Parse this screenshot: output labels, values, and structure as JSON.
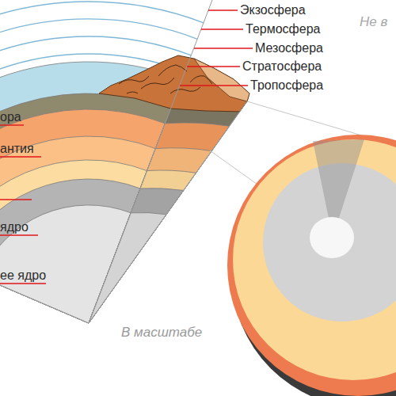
{
  "diagram": {
    "labels": [
      "Экзосфера",
      "Термосфера",
      "Мезосфера",
      "Стратосфера",
      "Тропосфера",
      "Не в",
      "ора",
      "антия",
      "ядро",
      "ее ядро",
      "В масштабе"
    ]
  }
}
